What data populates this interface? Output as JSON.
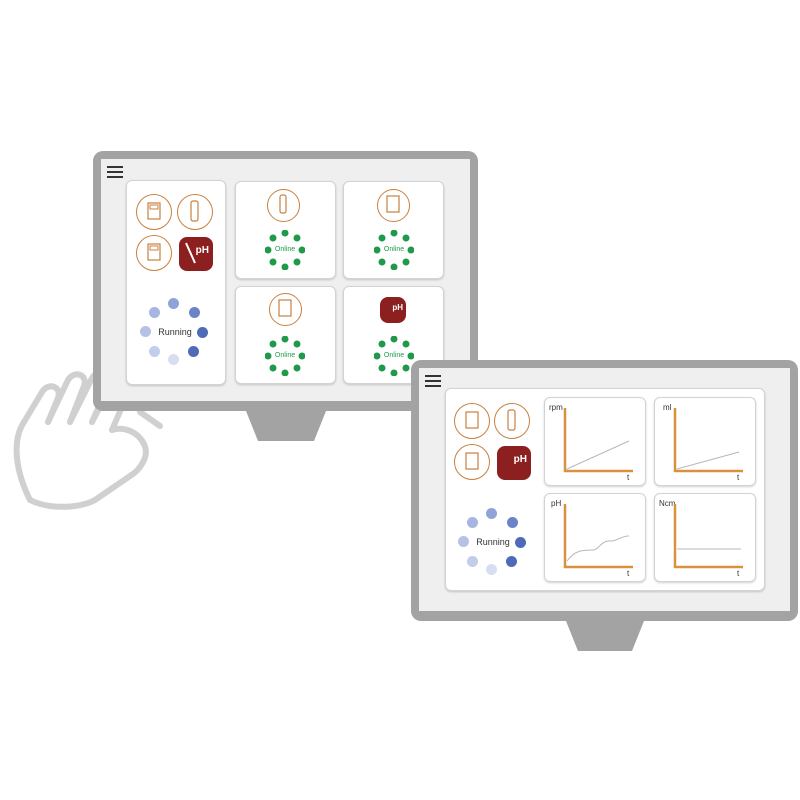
{
  "screen1": {
    "status": "Running",
    "online_label": "Online",
    "ph_label": "pH",
    "dot_color": "#1f9a4a",
    "running_dot_colors": [
      "#a6b6e0",
      "#8fa3d6",
      "#7b92cf",
      "#6b84c9",
      "#4f6bb7",
      "#d7def1",
      "#c2cdea",
      "#b5c2e6"
    ]
  },
  "screen2": {
    "status": "Running",
    "ph_label": "pH",
    "charts": [
      {
        "ylabel": "rpm",
        "xlabel": "t"
      },
      {
        "ylabel": "ml",
        "xlabel": "t"
      },
      {
        "ylabel": "pH",
        "xlabel": "t"
      },
      {
        "ylabel": "Ncm",
        "xlabel": "t"
      }
    ]
  },
  "colors": {
    "accent": "#c9803f",
    "ph_red": "#8c1f1f",
    "online_green": "#1f9a4a",
    "frame_gray": "#a3a3a3"
  }
}
